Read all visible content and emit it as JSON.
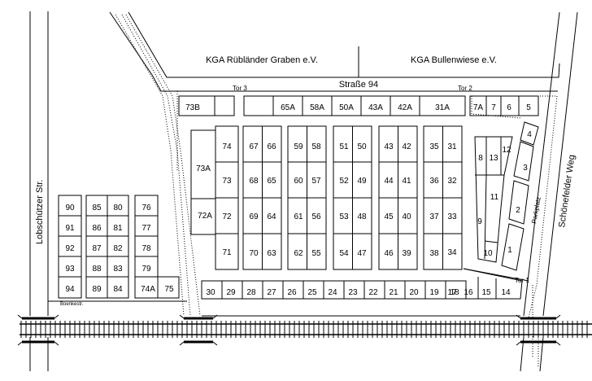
{
  "labels": {
    "kga_left": "KGA Rübländer Graben e.V.",
    "kga_right": "KGA Bullenwiese e.V.",
    "street_94": "Straße 94",
    "tor_3": "Tor 3",
    "tor_2": "Tor 2",
    "tor_1": "Tor 1",
    "lobschuetzer": "Lobschützer Str.",
    "schoenefeld": "Schönefelder Weg",
    "parkplatz": "Parkplatz",
    "boenke": "Boenkestr."
  },
  "plots": {
    "p73B": "73B",
    "p65A": "65A",
    "p58A": "58A",
    "p50A": "50A",
    "p43A": "43A",
    "p42A": "42A",
    "p31A": "31A",
    "p7A": "7A",
    "p7": "7",
    "p6": "6",
    "p5": "5",
    "p4": "4",
    "p3": "3",
    "p2": "2",
    "p1": "1",
    "p8": "8",
    "p13": "13",
    "p12": "12",
    "p11": "11",
    "p9": "9",
    "p10": "10",
    "p73A": "73A",
    "p72A": "72A",
    "p74": "74",
    "p73": "73",
    "p72": "72",
    "p71": "71",
    "p67": "67",
    "p66": "66",
    "p68": "68",
    "p65": "65",
    "p69": "69",
    "p64": "64",
    "p70": "70",
    "p63": "63",
    "p59": "59",
    "p58": "58",
    "p60": "60",
    "p57": "57",
    "p61": "61",
    "p56": "56",
    "p62": "62",
    "p55": "55",
    "p51": "51",
    "p50": "50",
    "p52": "52",
    "p49": "49",
    "p53": "53",
    "p48": "48",
    "p54": "54",
    "p47": "47",
    "p43": "43",
    "p42": "42",
    "p44": "44",
    "p41": "41",
    "p45": "45",
    "p40": "40",
    "p46": "46",
    "p39": "39",
    "p35": "35",
    "p31": "31",
    "p36": "36",
    "p32": "32",
    "p37": "37",
    "p33": "33",
    "p38": "38",
    "p34": "34",
    "p90": "90",
    "p91": "91",
    "p92": "92",
    "p93": "93",
    "p94": "94",
    "p85": "85",
    "p80": "80",
    "p86": "86",
    "p81": "81",
    "p87": "87",
    "p82": "82",
    "p88": "88",
    "p83": "83",
    "p89": "89",
    "p84": "84",
    "p76": "76",
    "p77": "77",
    "p78": "78",
    "p79": "79",
    "p74A": "74A",
    "p75": "75",
    "p30": "30",
    "p29": "29",
    "p28": "28",
    "p27": "27",
    "p26": "26",
    "p25": "25",
    "p24": "24",
    "p23": "23",
    "p22": "22",
    "p21": "21",
    "p20": "20",
    "p19": "19",
    "p18": "18",
    "p17": "17",
    "p16": "16",
    "p15": "15",
    "p14": "14"
  },
  "colors": {
    "line": "#000000",
    "background": "#ffffff"
  }
}
